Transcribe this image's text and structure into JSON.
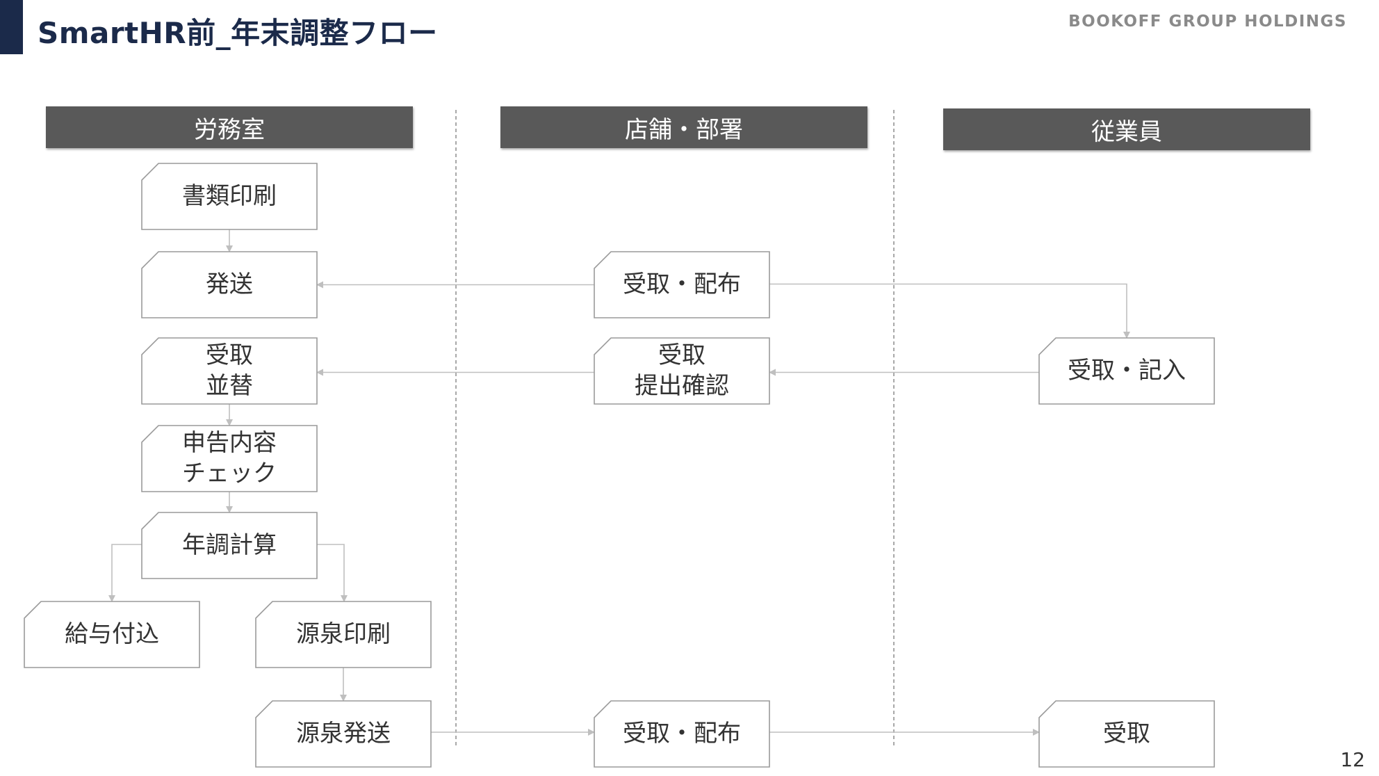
{
  "header": {
    "title": "SmartHR前_年末調整フロー",
    "brand": "BOOKOFF GROUP HOLDINGS"
  },
  "page_number": "12",
  "lanes": [
    {
      "id": "roumu",
      "label": "労務室"
    },
    {
      "id": "tenpo",
      "label": "店舗・部署"
    },
    {
      "id": "jugyoin",
      "label": "従業員"
    }
  ],
  "nodes": [
    {
      "id": "shorui-insatsu",
      "lines": [
        "書類印刷"
      ]
    },
    {
      "id": "hassou",
      "lines": [
        "発送"
      ]
    },
    {
      "id": "uketori-narabikae",
      "lines": [
        "受取",
        "並替"
      ]
    },
    {
      "id": "shinkoku-check",
      "lines": [
        "申告内容",
        "チェック"
      ]
    },
    {
      "id": "nencho-keisan",
      "lines": [
        "年調計算"
      ]
    },
    {
      "id": "kyuyo-fukomi",
      "lines": [
        "給与付込"
      ]
    },
    {
      "id": "gensen-insatsu",
      "lines": [
        "源泉印刷"
      ]
    },
    {
      "id": "gensen-hassou",
      "lines": [
        "源泉発送"
      ]
    },
    {
      "id": "uketori-haifu-1",
      "lines": [
        "受取・配布"
      ]
    },
    {
      "id": "uketori-teishutsu",
      "lines": [
        "受取",
        "提出確認"
      ]
    },
    {
      "id": "uketori-haifu-2",
      "lines": [
        "受取・配布"
      ]
    },
    {
      "id": "uketori-kinyu",
      "lines": [
        "受取・記入"
      ]
    },
    {
      "id": "uketori-final",
      "lines": [
        "受取"
      ]
    }
  ]
}
